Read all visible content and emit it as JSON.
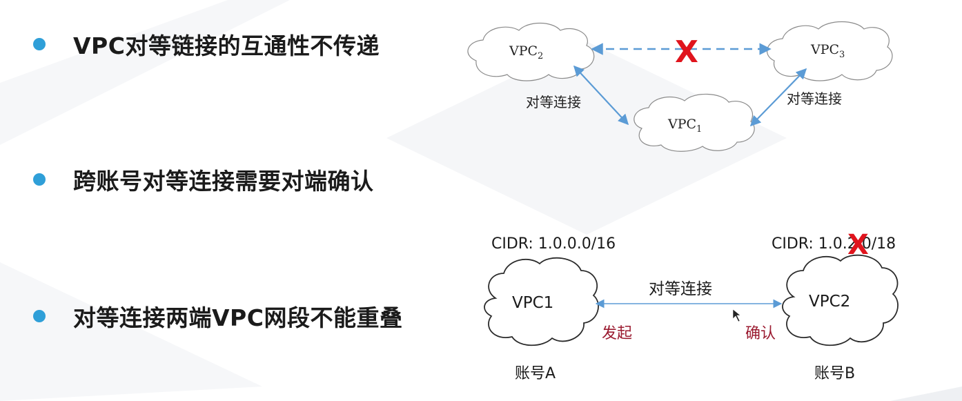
{
  "bullets": [
    {
      "text": "VPC对等链接的互通性不传递"
    },
    {
      "text": "跨账号对等连接需要对端确认"
    },
    {
      "text": "对等连接两端VPC网段不能重叠"
    }
  ],
  "diagram1": {
    "vpc2": {
      "main": "VPC",
      "sub": "2"
    },
    "vpc3": {
      "main": "VPC",
      "sub": "3"
    },
    "vpc1": {
      "main": "VPC",
      "sub": "1"
    },
    "left_edge_label": "对等连接",
    "right_edge_label": "对等连接",
    "blocked_mark": "X"
  },
  "diagram2": {
    "cidr_a": "CIDR: 1.0.0.0/16",
    "cidr_b": "CIDR: 1.0.2.0/18",
    "vpc_a": "VPC1",
    "vpc_b": "VPC2",
    "edge_label": "对等连接",
    "initiate_label": "发起",
    "confirm_label": "确认",
    "account_a": "账号A",
    "account_b": "账号B",
    "conflict_mark": "X"
  },
  "colors": {
    "bullet": "#2f9fd8",
    "arrow": "#5b9bd5",
    "cross": "#e0141d",
    "annotation": "#9b1b30"
  }
}
